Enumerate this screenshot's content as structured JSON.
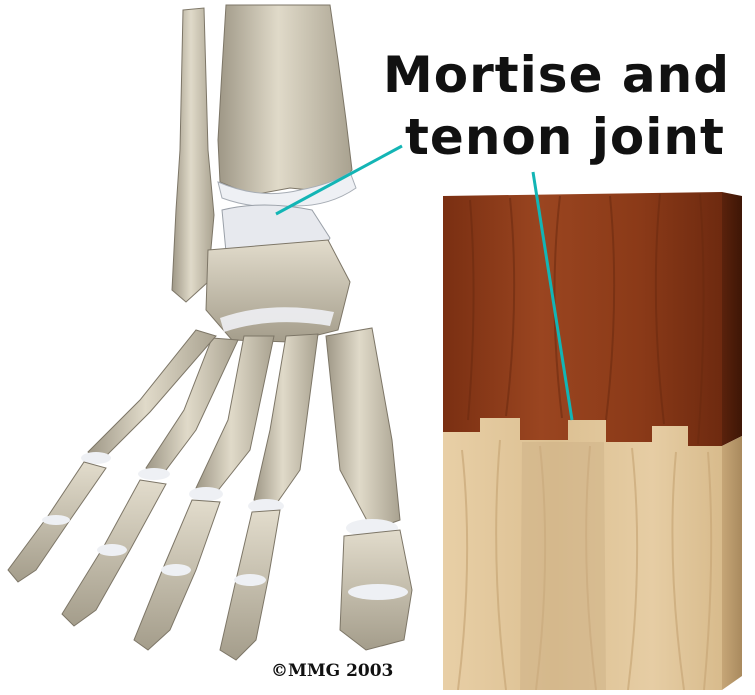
{
  "title": {
    "line1": "Mortise and",
    "line2": "tenon joint"
  },
  "copyright": "©MMG 2003",
  "colors": {
    "bone": "#d6d0bf",
    "bone_shadow": "#8f8878",
    "cartilage": "#eef0f4",
    "dark_wood": "#8a3a1a",
    "light_wood": "#e3c9a0",
    "pointer_line": "#13b5b5",
    "text": "#111111"
  },
  "icons": {
    "foot_skeleton": "foot-skeleton-illustration",
    "wood_block": "mortise-tenon-wood-block"
  }
}
